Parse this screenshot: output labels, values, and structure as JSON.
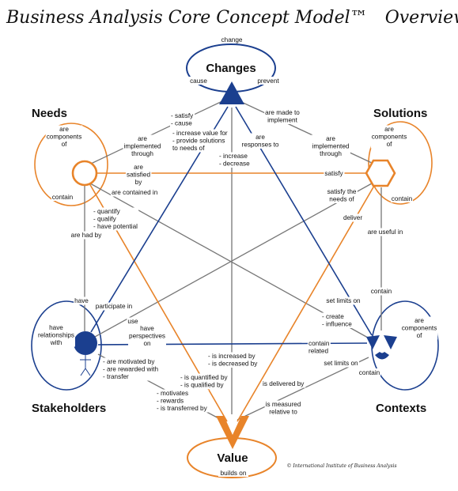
{
  "title": {
    "main": "Business Analysis Core Concept Model™",
    "sub": "Overview"
  },
  "nodes": {
    "changes": "Changes",
    "needs": "Needs",
    "solutions": "Solutions",
    "stakeholders": "Stakeholders",
    "contexts": "Contexts",
    "value": "Value"
  },
  "colors": {
    "blue": "#1b3f8f",
    "orange": "#e8842a",
    "gray": "#777777"
  },
  "labels": {
    "change": "change",
    "cause": "cause",
    "prevent": "prevent",
    "needs_are_components_of": [
      "are",
      "components",
      "of"
    ],
    "needs_contain": "contain",
    "solutions_are_components_of": [
      "are",
      "components",
      "of"
    ],
    "solutions_contain": "contain",
    "satisfy_cause": [
      "- satisfy",
      "- cause"
    ],
    "are_made_to_implement": [
      "are made to",
      "implement"
    ],
    "increase_value_provide": [
      "- increase value for",
      "- provide solutions",
      "to needs of"
    ],
    "are_responses_to": [
      "are",
      "responses to"
    ],
    "are_implemented_through_left": [
      "are",
      "implemented",
      "through"
    ],
    "are_implemented_through_right": [
      "are",
      "implemented",
      "through"
    ],
    "are_satisfied_by": [
      "are",
      "satisfied",
      "by"
    ],
    "satisfy": "satisfy",
    "increase_decrease": [
      "- increase",
      "- decrease"
    ],
    "are_contained_in": "are contained in",
    "satisfy_the_needs_of": [
      "satisfy the",
      "needs of"
    ],
    "quantify_qualify": [
      "- quantify",
      "- qualify",
      "- have potential"
    ],
    "deliver": "deliver",
    "are_useful_in": "are useful in",
    "are_had_by": "are had by",
    "have": "have",
    "participate_in": "participate in",
    "use": "use",
    "stake_contain": "contain",
    "set_limits_on_top": "set limits on",
    "create_influence": [
      "- create",
      "- influence"
    ],
    "have_relationships_with": [
      "have",
      "relationships",
      "with"
    ],
    "have_perspectives_on": [
      "have",
      "perspectives",
      "on"
    ],
    "is_increased_by": [
      "- is increased by",
      "- is decreased by"
    ],
    "contain_related": [
      "contain",
      "related"
    ],
    "contexts_are_components_of": [
      "are",
      "components",
      "of"
    ],
    "contexts_contain": "contain",
    "are_motivated_by": [
      "- are motivated by",
      "- are rewarded with",
      "- transfer"
    ],
    "set_limits_on_bottom": "set limits on",
    "is_quantified_by": [
      "- is quantified by",
      "- is qualified by"
    ],
    "is_delivered_by": "is delivered by",
    "motivates_rewards": [
      "- motivates",
      "- rewards",
      "- is transferred by"
    ],
    "is_measured_relative_to": [
      "is measured",
      "relative to"
    ],
    "builds_on": "builds on",
    "copyright": "© International Institute of Business Analysis"
  }
}
